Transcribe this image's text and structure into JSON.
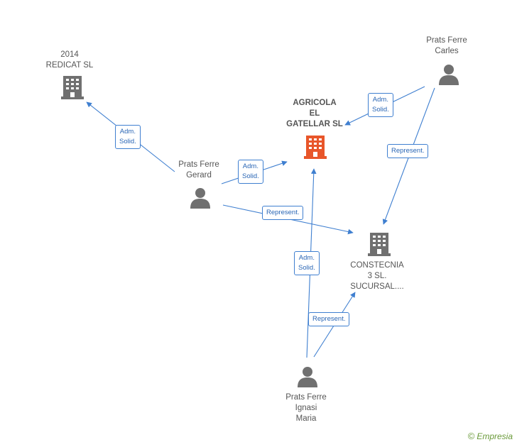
{
  "nodes": {
    "redicat": {
      "lines": [
        "2014",
        "REDICAT  SL"
      ],
      "type": "company"
    },
    "agricola": {
      "lines": [
        "AGRICOLA",
        "EL",
        "GATELLAR SL"
      ],
      "type": "company-focus"
    },
    "carles": {
      "lines": [
        "Prats Ferre",
        "Carles"
      ],
      "type": "person"
    },
    "gerard": {
      "lines": [
        "Prats Ferre",
        "Gerard"
      ],
      "type": "person"
    },
    "constecnia": {
      "lines": [
        "CONSTECNIA",
        "3 SL.",
        "SUCURSAL...."
      ],
      "type": "company"
    },
    "ignasi": {
      "lines": [
        "Prats Ferre",
        "Ignasi",
        "Maria"
      ],
      "type": "person"
    }
  },
  "edges": {
    "gerard_redicat": {
      "label": [
        "Adm.",
        "Solid."
      ]
    },
    "gerard_agricola": {
      "label": [
        "Adm.",
        "Solid."
      ]
    },
    "carles_agricola": {
      "label": [
        "Adm.",
        "Solid."
      ]
    },
    "carles_constecnia": {
      "label": [
        "Represent."
      ]
    },
    "gerard_constecnia": {
      "label": [
        "Represent."
      ]
    },
    "ignasi_agricola": {
      "label": [
        "Adm.",
        "Solid."
      ]
    },
    "ignasi_constecnia": {
      "label": [
        "Represent."
      ]
    }
  },
  "colors": {
    "edge": "#3f7fd0",
    "icon": "#707070",
    "focus_icon": "#e8562a"
  },
  "watermark": {
    "symbol": "©",
    "text": "Empresia"
  }
}
